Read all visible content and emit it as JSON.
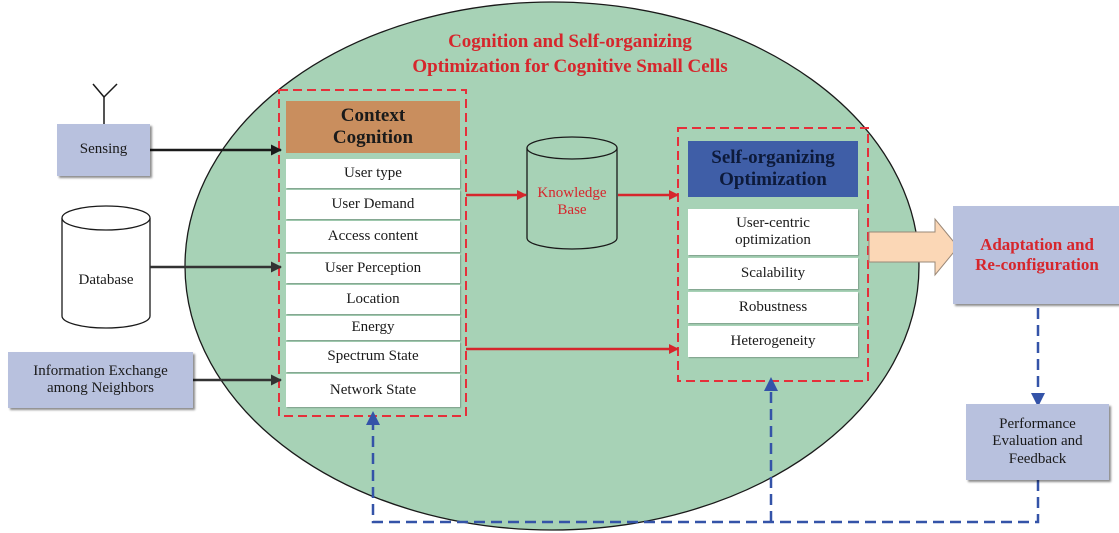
{
  "title": {
    "line1": "Cognition and Self-organizing",
    "line2": "Optimization  for  Cognitive Small Cells"
  },
  "context_cognition": {
    "header_line1": "Context",
    "header_line2": "Cognition",
    "items": [
      "User type",
      "User Demand",
      "Access content",
      "User Perception",
      "Location",
      "Energy",
      "Spectrum State",
      "Network State"
    ]
  },
  "knowledge_base": {
    "line1": "Knowledge",
    "line2": "Base"
  },
  "self_organizing": {
    "header_line1": "Self-organizing",
    "header_line2": "Optimization",
    "items": [
      {
        "line1": "User-centric",
        "line2": "optimization"
      },
      {
        "line1": "Scalability",
        "line2": ""
      },
      {
        "line1": "Robustness",
        "line2": ""
      },
      {
        "line1": "Heterogeneity",
        "line2": ""
      }
    ]
  },
  "inputs": {
    "sensing": "Sensing",
    "database": "Database",
    "info_exchange_line1": "Information Exchange",
    "info_exchange_line2": "among Neighbors"
  },
  "adaptation": {
    "line1": "Adaptation and",
    "line2": "Re-configuration"
  },
  "performance": {
    "line1": "Performance",
    "line2": "Evaluation and",
    "line3": "Feedback"
  },
  "colors": {
    "ellipse_fill": "#a7d2b6",
    "dashed_red": "#e5303a",
    "arrow_red": "#d6262c",
    "arrow_blue": "#3453a8",
    "box_blue": "#b8c1de",
    "context_header": "#c98e5e",
    "optimization_header": "#3f5ea7",
    "adapt_arrow": "#fbd7b6"
  }
}
